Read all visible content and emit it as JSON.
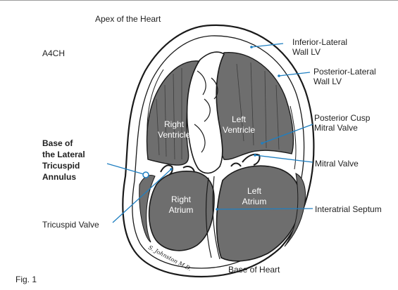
{
  "labels": {
    "apex": "Apex of the Heart",
    "view": "A4CH",
    "inferior_lateral_wall_1": "Inferior-Lateral",
    "inferior_lateral_wall_2": "Wall LV",
    "posterior_lateral_wall_1": "Posterior-Lateral",
    "posterior_lateral_wall_2": "Wall LV",
    "posterior_cusp_1": "Posterior Cusp",
    "posterior_cusp_2": "Mitral Valve",
    "mitral_valve": "Mitral Valve",
    "interatrial_septum": "Interatrial Septum",
    "base_annulus_1": "Base of",
    "base_annulus_2": "the Lateral",
    "base_annulus_3": "Tricuspid",
    "base_annulus_4": "Annulus",
    "tricuspid_valve": "Tricuspid Valve",
    "base_of_heart": "Base of Heart",
    "fig": "Fig. 1"
  },
  "chambers": {
    "right_ventricle_1": "Right",
    "right_ventricle_2": "Ventricle",
    "left_ventricle_1": "Left",
    "left_ventricle_2": "Ventricle",
    "right_atrium_1": "Right",
    "right_atrium_2": "Atrium",
    "left_atrium_1": "Left",
    "left_atrium_2": "Atrium"
  },
  "signature": "S. Johnston M.D.",
  "colors": {
    "outline": "#1a1a1a",
    "chamber_fill": "#6e6e6e",
    "muscle_fill": "#ffffff",
    "callout_line": "#1f7fc1",
    "text": "#1f1f1f"
  }
}
